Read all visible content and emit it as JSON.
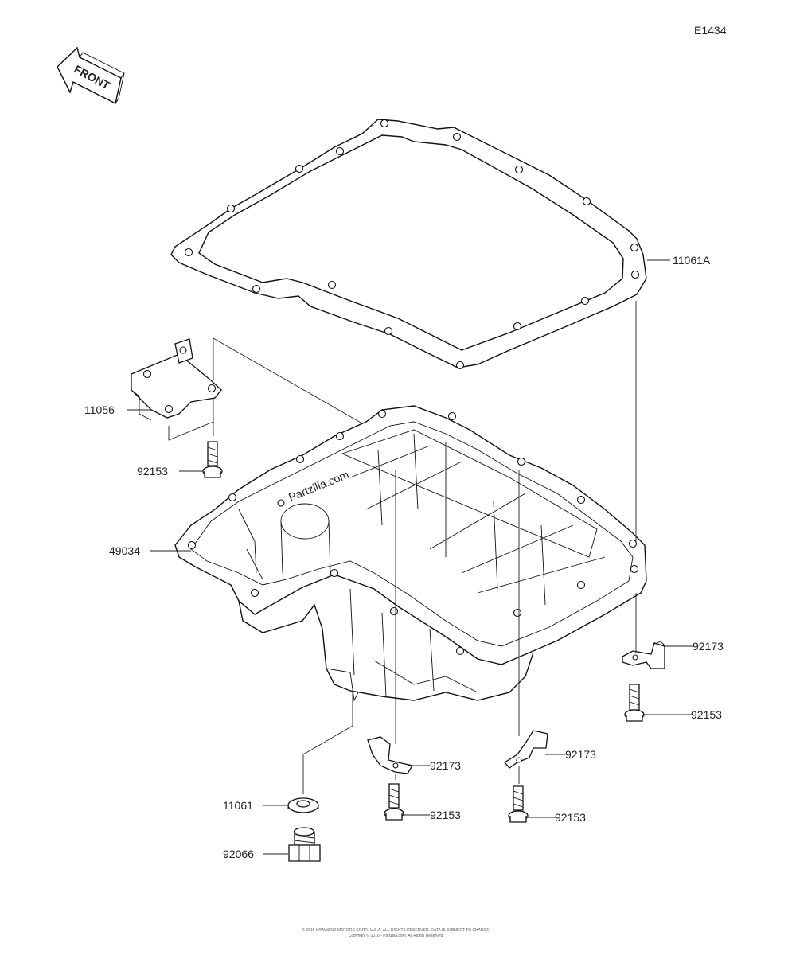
{
  "diagram_id": "E1434",
  "front_label": "FRONT",
  "watermark": "Partzilla.com",
  "footer": [
    "© 2016 KAWASAKI MOTORS CORP., U.S.A. ALL RIGHTS RESERVED. DATA IS SUBJECT TO CHANGE",
    "Copyright © 2016 - Partzilla.com. All Rights Reserved"
  ],
  "callouts": [
    {
      "id": "gasket",
      "text": "11061A"
    },
    {
      "id": "guide",
      "text": "11056"
    },
    {
      "id": "bolt-guide",
      "text": "92153"
    },
    {
      "id": "oil-pan",
      "text": "49034"
    },
    {
      "id": "clamp-right",
      "text": "92173"
    },
    {
      "id": "bolt-right",
      "text": "92153"
    },
    {
      "id": "clamp-mid-left",
      "text": "92173"
    },
    {
      "id": "clamp-mid-right",
      "text": "92173"
    },
    {
      "id": "washer",
      "text": "11061"
    },
    {
      "id": "bolt-mid-left",
      "text": "92153"
    },
    {
      "id": "bolt-mid-right",
      "text": "92153"
    },
    {
      "id": "drain-plug",
      "text": "92066"
    }
  ]
}
